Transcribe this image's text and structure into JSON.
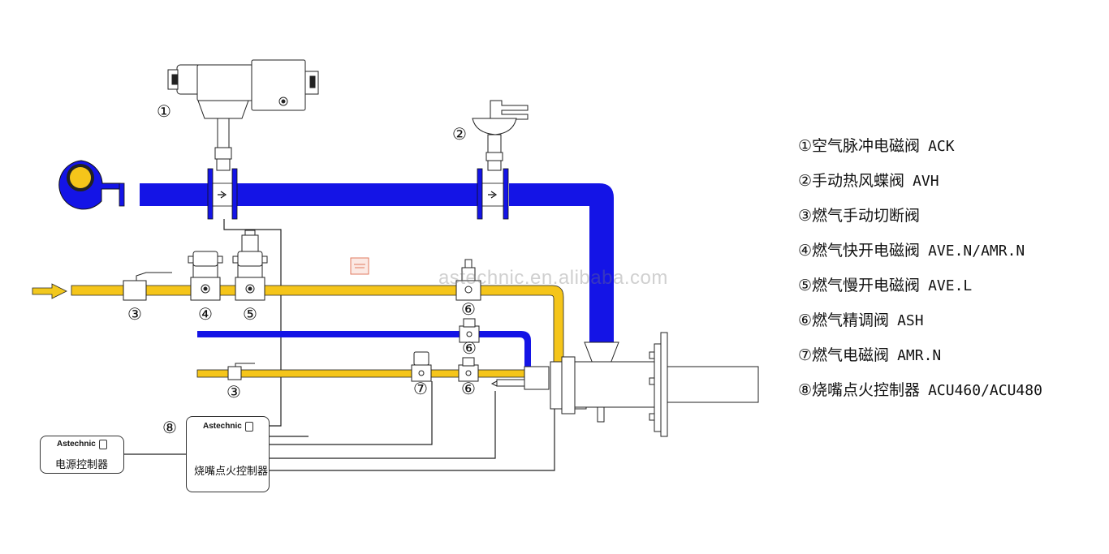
{
  "colors": {
    "air_pipe": "#1414e6",
    "gas_pipe": "#f5c51a",
    "line": "#222222",
    "arrow": "#f2c81e"
  },
  "callouts": {
    "c1": "①",
    "c2": "②",
    "c3a": "③",
    "c3b": "③",
    "c4": "④",
    "c5": "⑤",
    "c6a": "⑥",
    "c6b": "⑥",
    "c6c": "⑥",
    "c7": "⑦",
    "c8": "⑧"
  },
  "legend": [
    {
      "num": "①",
      "name": "空气脉冲电磁阀",
      "model": "ACK"
    },
    {
      "num": "②",
      "name": "手动热风蝶阀",
      "model": "AVH"
    },
    {
      "num": "③",
      "name": "燃气手动切断阀",
      "model": ""
    },
    {
      "num": "④",
      "name": "燃气快开电磁阀",
      "model": "AVE.N/AMR.N"
    },
    {
      "num": "⑤",
      "name": "燃气慢开电磁阀",
      "model": "AVE.L"
    },
    {
      "num": "⑥",
      "name": "燃气精调阀",
      "model": "ASH"
    },
    {
      "num": "⑦",
      "name": "燃气电磁阀",
      "model": "AMR.N"
    },
    {
      "num": "⑧",
      "name": "烧嘴点火控制器",
      "model": "ACU460/ACU480"
    }
  ],
  "controllers": {
    "power": {
      "brand": "Astechnic",
      "title": "电源控制器"
    },
    "ignition": {
      "brand": "Astechnic",
      "title": "烧嘴点火控制器"
    }
  },
  "watermark": "astechnic.en.alibaba.com"
}
